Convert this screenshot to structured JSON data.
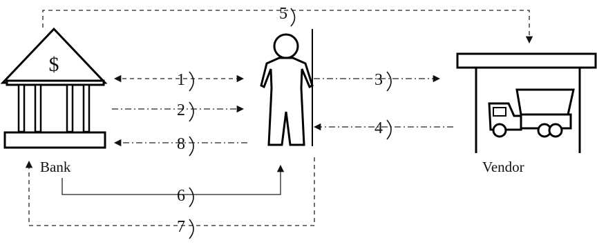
{
  "bank": {
    "label": "Bank",
    "symbol": "$"
  },
  "vendor": {
    "label": "Vendor"
  },
  "steps": [
    "1",
    "2",
    "3",
    "4",
    "5",
    "6",
    "7",
    "8"
  ]
}
